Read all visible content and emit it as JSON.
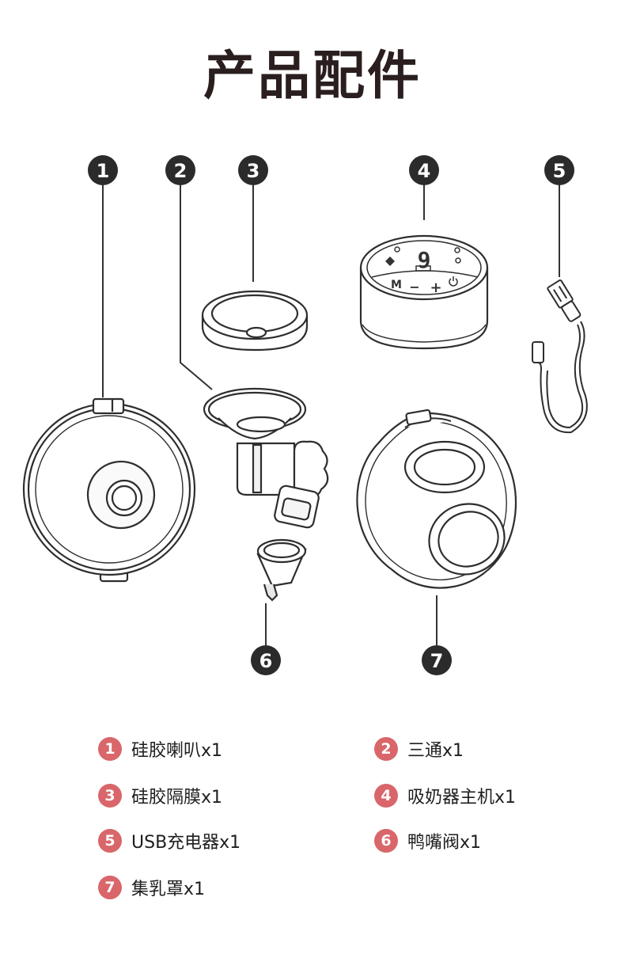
{
  "page": {
    "title": "产品配件"
  },
  "diagram": {
    "badges": [
      {
        "number": "1"
      },
      {
        "number": "2"
      },
      {
        "number": "3"
      },
      {
        "number": "4"
      },
      {
        "number": "5"
      },
      {
        "number": "6"
      },
      {
        "number": "7"
      }
    ],
    "display": {
      "digit": "9",
      "button_m": "M",
      "button_minus": "−",
      "button_plus": "+"
    }
  },
  "legend": {
    "items": [
      {
        "number": "1",
        "label": "硅胶喇叭x1"
      },
      {
        "number": "2",
        "label": "三通x1"
      },
      {
        "number": "3",
        "label": "硅胶隔膜x1"
      },
      {
        "number": "4",
        "label": "吸奶器主机x1"
      },
      {
        "number": "5",
        "label": "USB充电器x1"
      },
      {
        "number": "6",
        "label": "鸭嘴阀x1"
      },
      {
        "number": "7",
        "label": "集乳罩x1"
      }
    ],
    "badge_color": "#d9666a"
  },
  "colors": {
    "badge": "#2b2b2b",
    "line": "#333333"
  }
}
